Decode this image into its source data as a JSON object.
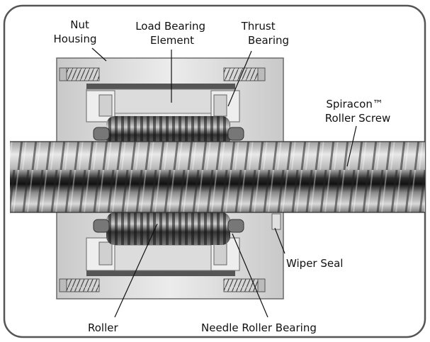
{
  "labels": {
    "nut_housing": [
      "Nut",
      "Housing"
    ],
    "load_bearing_element": [
      "Load Bearing",
      "Element"
    ],
    "thrust_bearing": [
      "Thrust",
      "Bearing"
    ],
    "roller_screw": [
      "Spiracon™",
      "Roller Screw"
    ],
    "wiper_seal": "Wiper Seal",
    "roller": "Roller",
    "needle_roller_bearing": "Needle Roller Bearing"
  },
  "colors": {
    "frame_stroke": "#555555",
    "screw_dark": "#1a1a1a",
    "screw_mid": "#8a8a8a",
    "screw_light": "#e6e6e6",
    "housing": "#d8d8d8",
    "housing_edge": "#6a6a6a"
  }
}
